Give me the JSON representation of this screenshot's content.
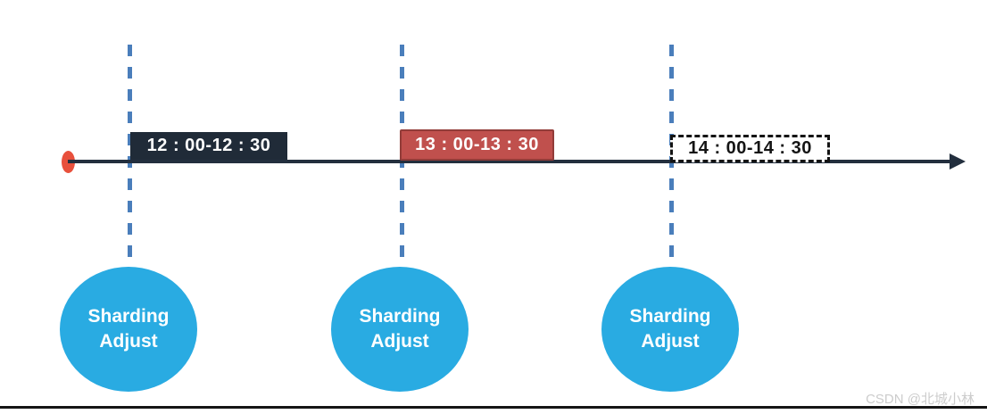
{
  "diagram": {
    "events": [
      {
        "label": "12 : 00-12 : 30",
        "variant": "filled-dark"
      },
      {
        "label": "13 : 00-13 : 30",
        "variant": "filled-red"
      },
      {
        "label": "14 : 00-14 : 30",
        "variant": "dashed-outline"
      }
    ],
    "markers": [
      {
        "label": "Sharding\nAdjust"
      },
      {
        "label": "Sharding\nAdjust"
      },
      {
        "label": "Sharding\nAdjust"
      }
    ]
  },
  "colors": {
    "axis": "#232F3E",
    "start_dot": "#E8503C",
    "dashed_guide": "#4A7EBB",
    "event_dark_fill": "#202B38",
    "event_red_fill": "#C0504D",
    "event_red_border": "#923C39",
    "marker_fill": "#29ABE2"
  },
  "watermark": "CSDN @北城小林"
}
